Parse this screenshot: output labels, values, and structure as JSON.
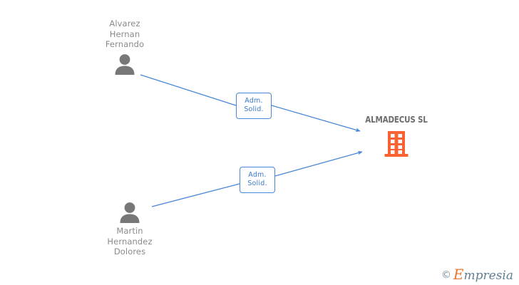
{
  "diagram": {
    "type": "org-relationship-graph",
    "background": "#ffffff",
    "colors": {
      "person": "#777777",
      "person_label": "#8a8a8a",
      "company_label": "#6d6d6d",
      "company_icon": "#f96232",
      "edge": "#4a86d8",
      "label_box_border": "#4a86d8",
      "label_box_text": "#3b78c8",
      "watermark_blue": "#5f7f93",
      "watermark_orange": "#e8762c"
    },
    "persons": [
      {
        "id": "person-top",
        "name": "Alvarez\nHernan\nFernando",
        "icon": "person-icon"
      },
      {
        "id": "person-bottom",
        "name": "Martin\nHernandez\nDolores",
        "icon": "person-icon"
      }
    ],
    "company": {
      "title": "ALMADECUS SL",
      "icon": "building-icon"
    },
    "relations": [
      {
        "id": "rel-1",
        "from": "person-top",
        "to": "company",
        "line1": "Adm.",
        "line2": "Solid."
      },
      {
        "id": "rel-2",
        "from": "person-bottom",
        "to": "company",
        "line1": "Adm.",
        "line2": "Solid."
      }
    ]
  },
  "watermark": {
    "copyright": "©",
    "brand_cap": "E",
    "brand_rest": "mpresia"
  }
}
